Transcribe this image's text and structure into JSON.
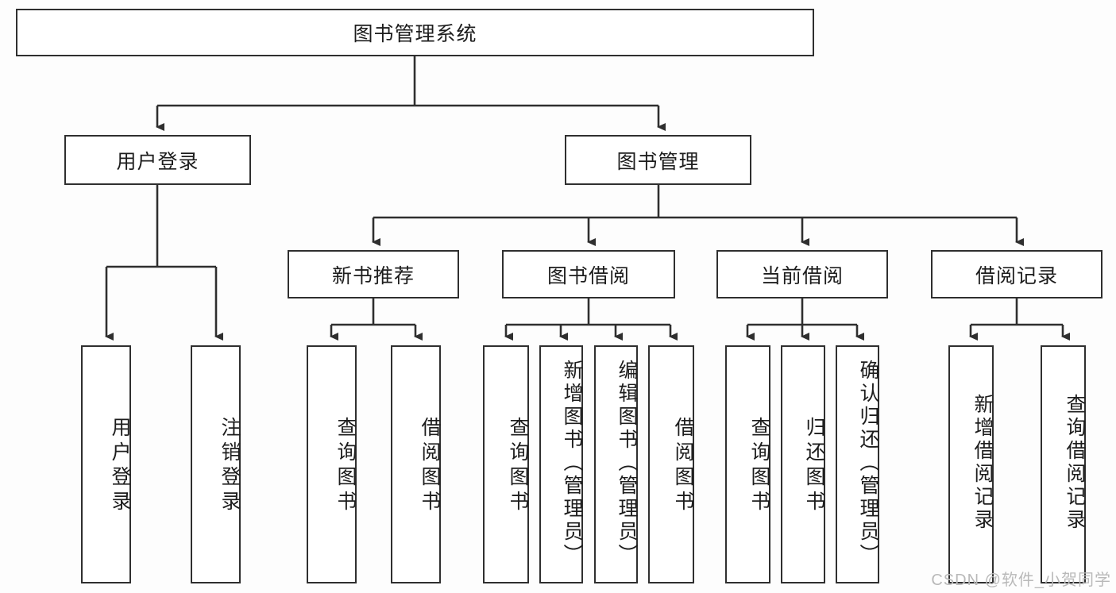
{
  "diagram": {
    "type": "tree-flowchart",
    "title": "图书管理系统",
    "watermark": "CSDN @软件_小贺同学",
    "colors": {
      "box_border": "#2f2f2f",
      "box_fill": "#ffffff",
      "line": "#2f2f2f",
      "text": "#1d1d1d",
      "watermark": "#b9b9b9",
      "background": "#fdfdfd"
    },
    "root": {
      "label": "图书管理系统"
    },
    "level2": [
      {
        "label": "用户登录"
      },
      {
        "label": "图书管理"
      }
    ],
    "level3": [
      {
        "label": "新书推荐"
      },
      {
        "label": "图书借阅"
      },
      {
        "label": "当前借阅"
      },
      {
        "label": "借阅记录"
      }
    ],
    "leaves": {
      "user_login": [
        {
          "label": "用户登录"
        },
        {
          "label": "注销登录"
        }
      ],
      "new_book_recommend": [
        {
          "label": "查询图书"
        },
        {
          "label": "借阅图书"
        }
      ],
      "book_borrow": [
        {
          "label": "查询图书"
        },
        {
          "label": "新增图书（管理员）"
        },
        {
          "label": "编辑图书（管理员）"
        },
        {
          "label": "借阅图书"
        }
      ],
      "current_borrow": [
        {
          "label": "查询图书"
        },
        {
          "label": "归还图书"
        },
        {
          "label": "确认归还（管理员）"
        }
      ],
      "borrow_records": [
        {
          "label": "新增借阅记录"
        },
        {
          "label": "查询借阅记录"
        }
      ]
    }
  }
}
